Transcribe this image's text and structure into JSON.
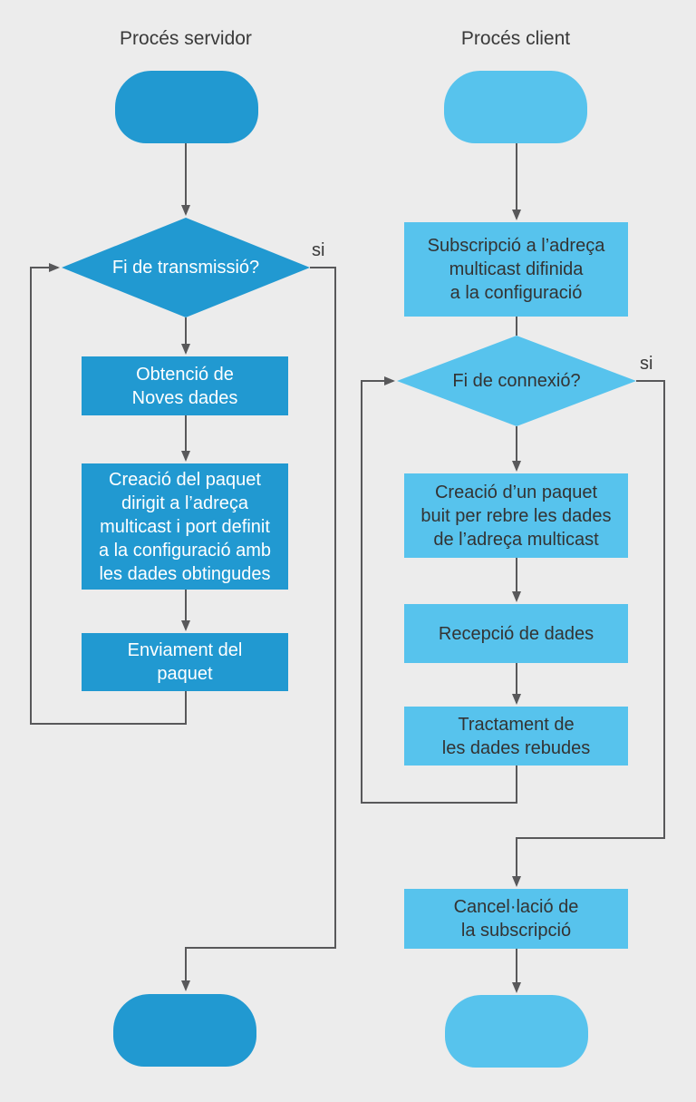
{
  "colors": {
    "background": "#ececec",
    "server_fill": "#2199d1",
    "client_fill": "#57c3ed",
    "connector": "#58585a",
    "server_text": "#ffffff",
    "client_text": "#333333",
    "heading_text": "#3a3a3a"
  },
  "server": {
    "title": "Procés servidor",
    "decision": {
      "label": "Fi de transmissió?",
      "yes_label": "si"
    },
    "steps": [
      {
        "label": "Obtenció de\nNoves dades"
      },
      {
        "label": "Creació del paquet\ndirigit a l’adreça\nmulticast i port definit\na la configuració amb\nles dades obtingudes"
      },
      {
        "label": "Enviament del\npaquet"
      }
    ]
  },
  "client": {
    "title": "Procés client",
    "pre_step": {
      "label": "Subscripció a l’adreça\nmulticast difinida\na la configuració"
    },
    "decision": {
      "label": "Fi de connexió?",
      "yes_label": "si"
    },
    "steps": [
      {
        "label": "Creació d’un paquet\nbuit per rebre les dades\nde l’adreça multicast"
      },
      {
        "label": "Recepció de dades"
      },
      {
        "label": "Tractament de\nles dades rebudes"
      }
    ],
    "post_step": {
      "label": "Cancel·lació de\nla subscripció"
    }
  }
}
